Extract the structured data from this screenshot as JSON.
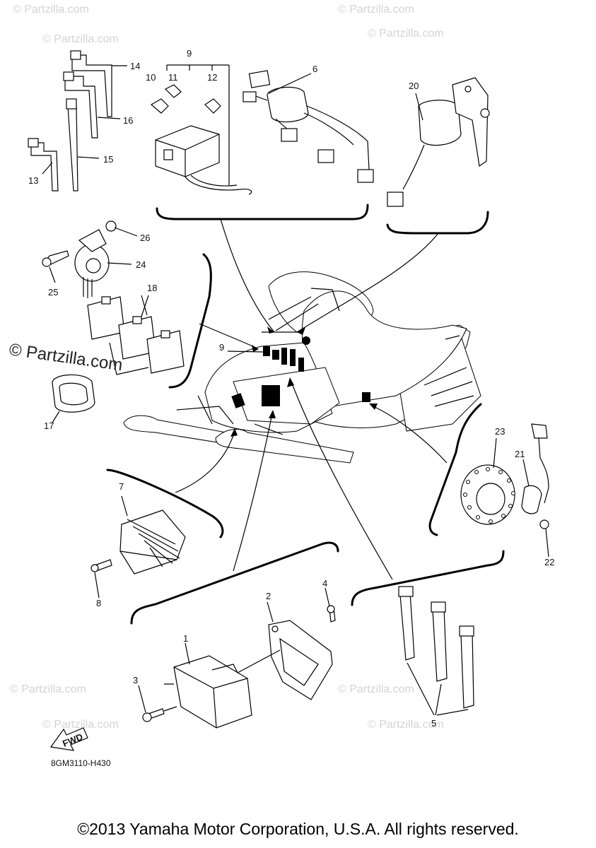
{
  "watermark": {
    "small": "© Partzilla.com",
    "large": "© Partzilla.com"
  },
  "part_labels": [
    "1",
    "2",
    "3",
    "4",
    "5",
    "6",
    "7",
    "8",
    "9",
    "9",
    "10",
    "11",
    "12",
    "13",
    "14",
    "15",
    "16",
    "17",
    "18",
    "20",
    "21",
    "22",
    "23",
    "24",
    "25",
    "26"
  ],
  "fwd_label": "FWD",
  "diagram_code": "8GM3110-H430",
  "copyright": "©2013 Yamaha Motor Corporation, U.S.A. All rights reserved."
}
